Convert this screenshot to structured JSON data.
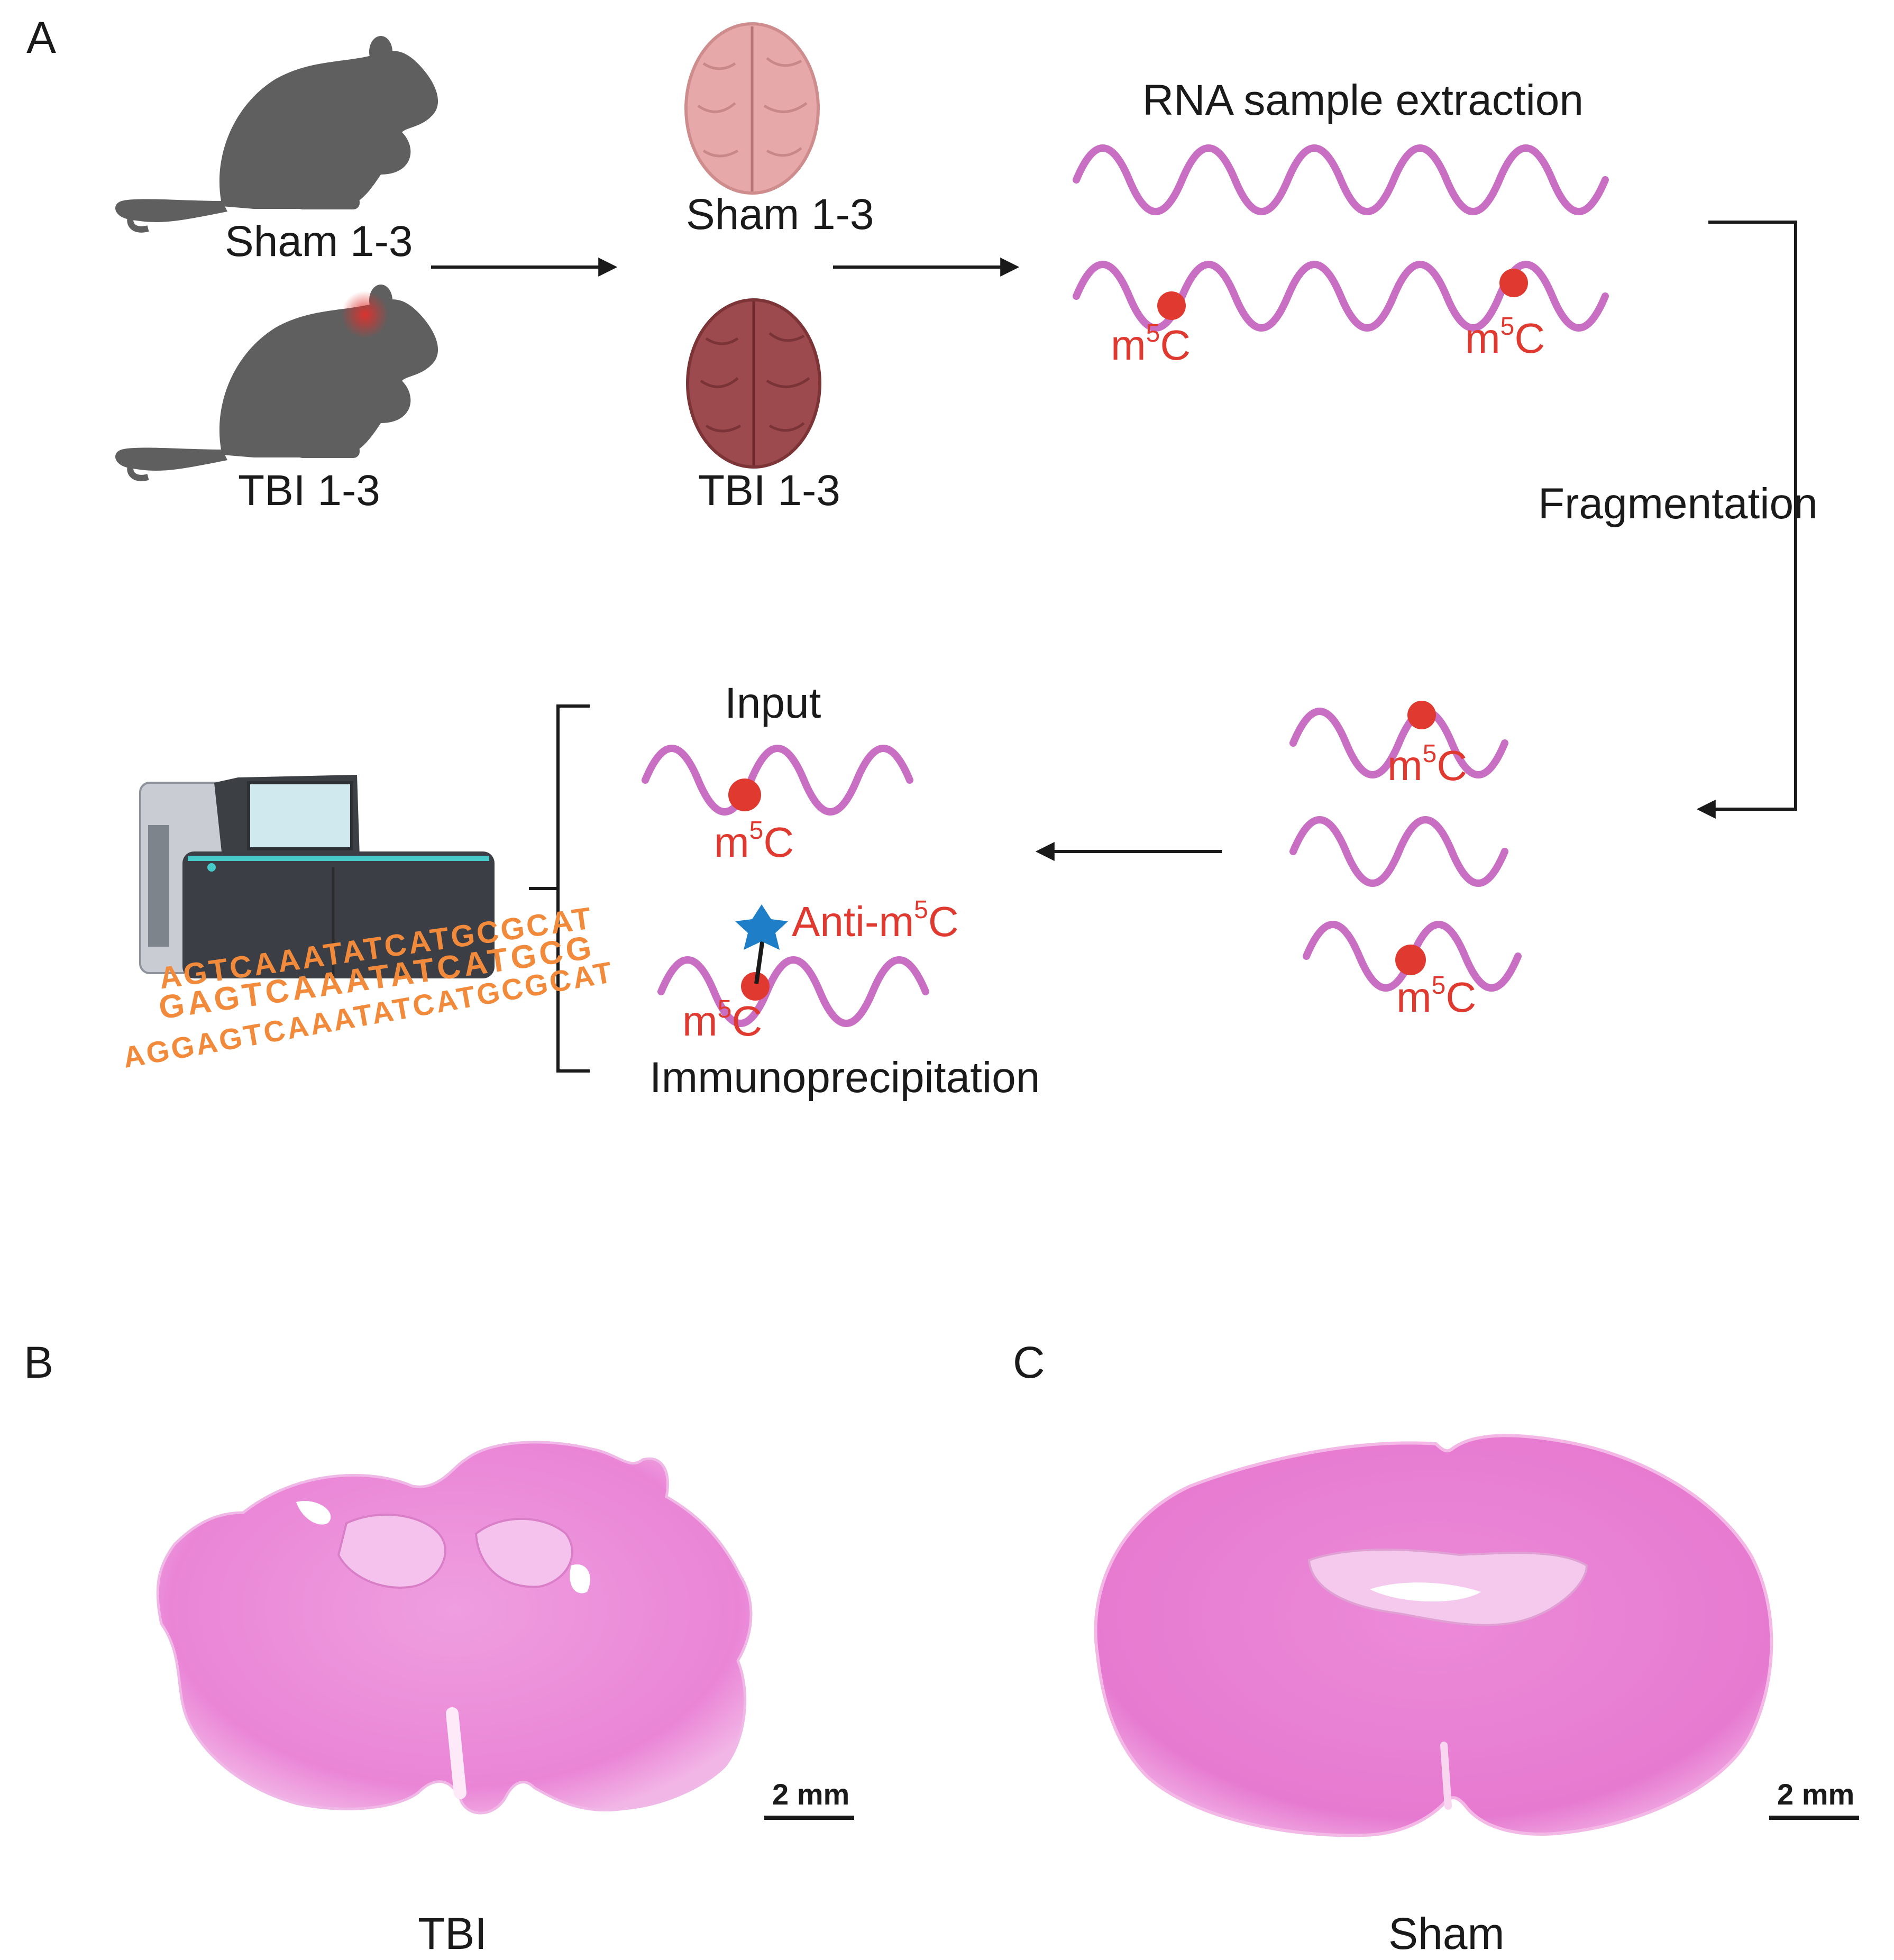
{
  "panels": {
    "a": "A",
    "b": "B",
    "c": "C"
  },
  "mice": {
    "sham": "Sham 1-3",
    "tbi": "TBI 1-3"
  },
  "brains": {
    "sham": "Sham 1-3",
    "tbi": "TBI 1-3"
  },
  "steps": {
    "extraction": "RNA  sample extraction",
    "fragmentation": "Fragmentation",
    "input": "Input",
    "immunoprecipitation": "Immunoprecipitation",
    "antibody": "Anti-m",
    "antibody_sup": "5",
    "antibody_tail": "C"
  },
  "mark": {
    "base": "m",
    "sup": "5",
    "tail": "C"
  },
  "sequence": {
    "line1": "AGTCAAATATCATGCGCAT",
    "line2": "GAGTCAAATATCATGCG",
    "line3": "AGGAGTCAAATATCATGCGCAT"
  },
  "sections": {
    "tbi": "TBI",
    "sham": "Sham"
  },
  "scale_bar": {
    "tbi": "2 mm",
    "sham": "2 mm"
  },
  "colors": {
    "rna": "#c86ec3",
    "methyl": "#e03a30",
    "antibody": "#1e7fc8",
    "mouse": "#5f5f5f",
    "brain_sham": "#e6a8a8",
    "brain_tbi": "#9c4a4e",
    "tissue": "#ec8fd8",
    "sequence": "#f28a3c"
  }
}
